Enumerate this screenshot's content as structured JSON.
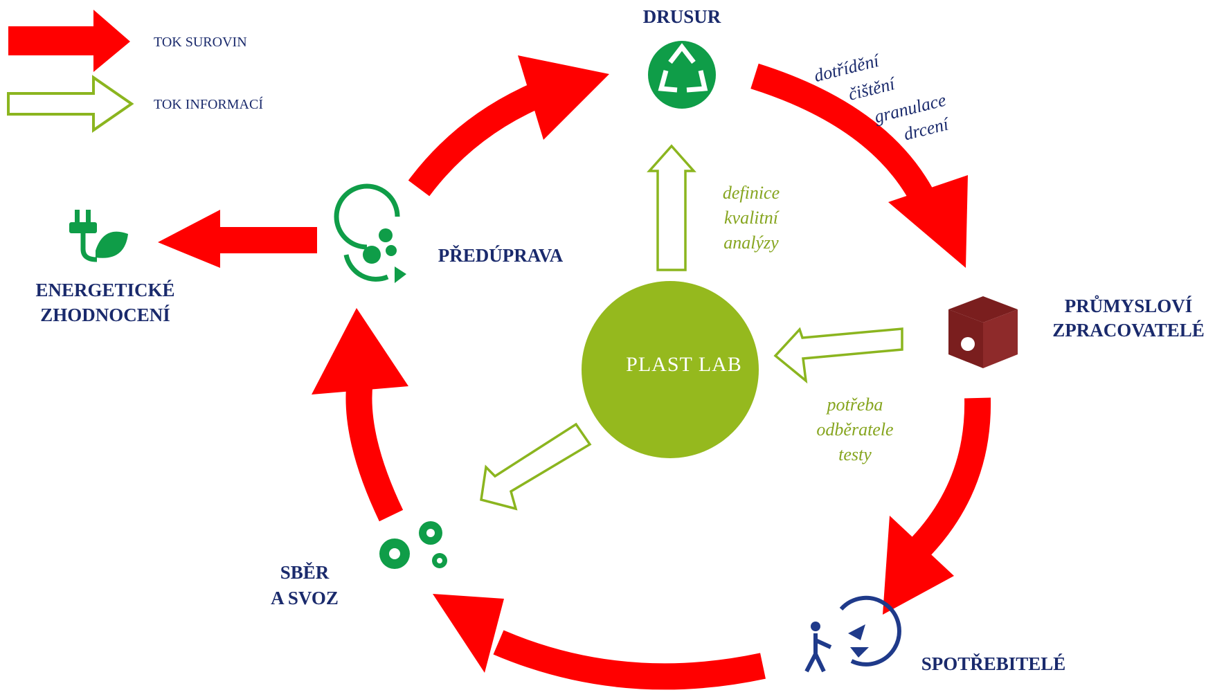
{
  "legend": {
    "raw_flow": "TOK SUROVIN",
    "info_flow": "TOK INFORMACÍ"
  },
  "nodes": {
    "drusur": "DRUSUR",
    "preprocessing": "PŘEDÚPRAVA",
    "energy_line1": "ENERGETICKÉ",
    "energy_line2": "ZHODNOCENÍ",
    "processors_line1": "PRŮMYSLOVÍ",
    "processors_line2": "ZPRACOVATELÉ",
    "consumers": "SPOTŘEBITELÉ",
    "collection_line1": "SBĚR",
    "collection_line2": "A SVOZ",
    "center": "PLAST LAB"
  },
  "notes": {
    "drusur_steps": [
      "dotřídění",
      "čištění",
      "granulace",
      "drcení"
    ],
    "lab_to_drusur": [
      "definice",
      "kvalitní",
      "analýzy"
    ],
    "processors_to_lab": [
      "potřeba",
      "odběratele",
      "testy"
    ]
  },
  "colors": {
    "raw_flow": "#ff0000",
    "info_flow": "#8bb51f",
    "center": "#95b91e",
    "text": "#1a2a6c",
    "icon_green": "#0f9d48",
    "box_brown": "#7a1e1e",
    "consumer_blue": "#1f3a8a"
  },
  "icons": [
    "recycle-icon",
    "gears-cycle-icon",
    "power-plug-leaf-icon",
    "box-icon",
    "person-recycling-icon",
    "gears-icon"
  ]
}
